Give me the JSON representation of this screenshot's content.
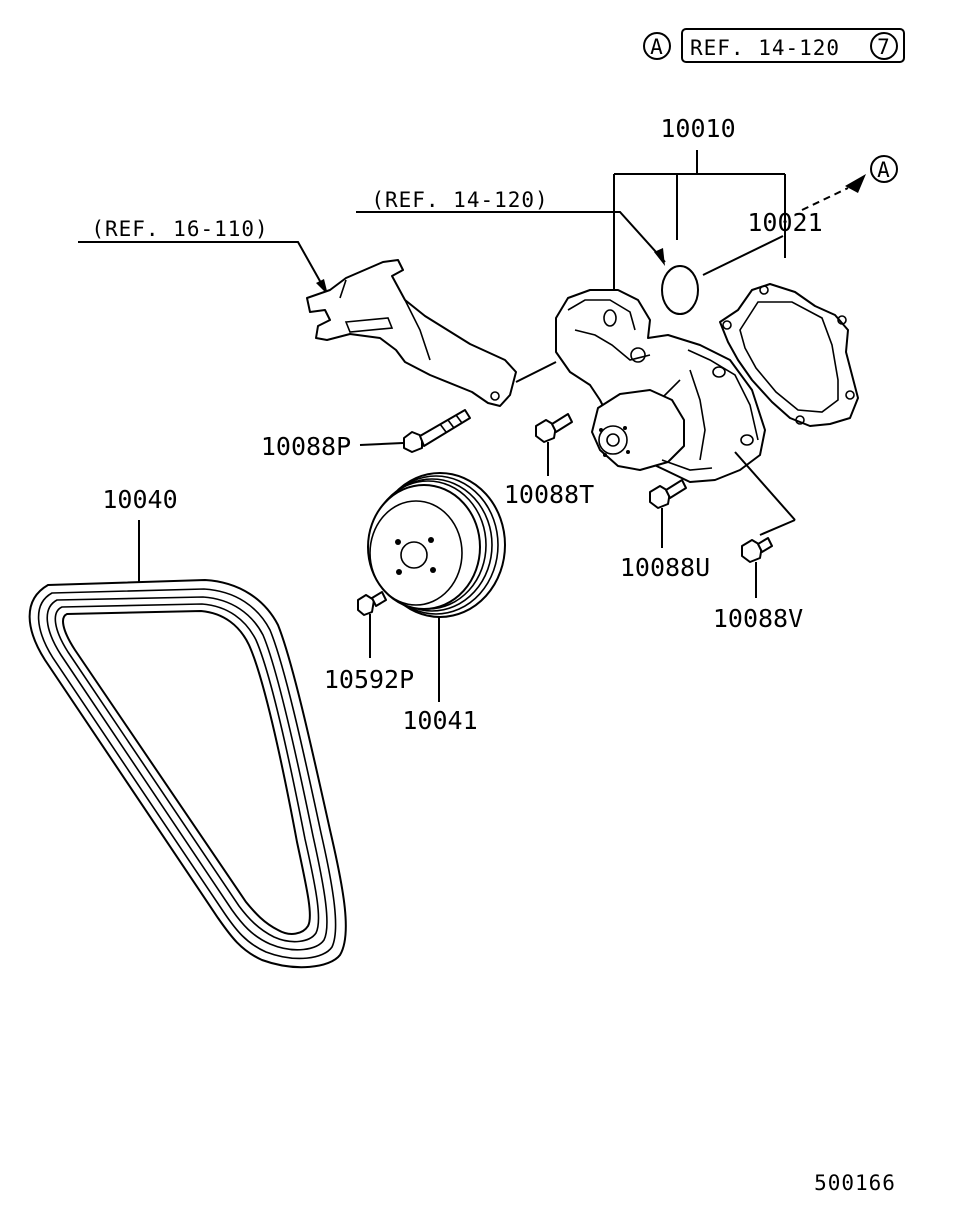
{
  "ref_box": {
    "circle_a": "A",
    "text": "REF. 14-120",
    "circle_num": "7"
  },
  "callouts": {
    "a_marker": "A",
    "ref_water_pump": "(REF. 14-120)",
    "ref_bracket": "(REF. 16-110)"
  },
  "parts": {
    "p10010": "10010",
    "p10021": "10021",
    "p10088P": "10088P",
    "p10088T": "10088T",
    "p10088U": "10088U",
    "p10088V": "10088V",
    "p10040": "10040",
    "p10041": "10041",
    "p10592P": "10592P"
  },
  "diagram_id": "500166"
}
